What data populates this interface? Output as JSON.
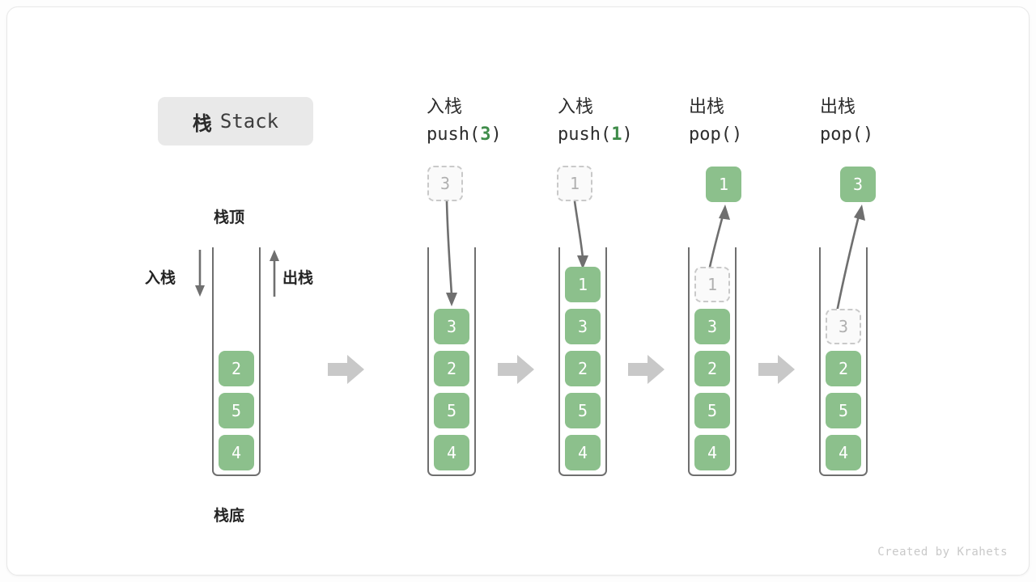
{
  "title": {
    "cn": "栈",
    "en": "Stack"
  },
  "colors": {
    "box_fill": "#8cc08c",
    "box_text": "#ffffff",
    "ghost_border": "#c9c9c9",
    "ghost_text": "#b0b0b0",
    "accent_green": "#3f8c4a",
    "tube_stroke": "#6f6f6f",
    "step_arrow": "#c8c8c8",
    "flow_arrow": "#6f6f6f",
    "badge_bg": "#e9e9e9",
    "card_bg": "#ffffff"
  },
  "legend": {
    "top_label": "栈顶",
    "bottom_label": "栈底",
    "push_label": "入栈",
    "pop_label": "出栈"
  },
  "steps": [
    {
      "id": "initial",
      "title_cn": "",
      "title_code": "",
      "stack": [
        "2",
        "5",
        "4"
      ],
      "ghost_in_stack": null,
      "floating_box": null,
      "floating_state": null
    },
    {
      "id": "push-3",
      "title_cn": "入栈",
      "title_code": "push(",
      "title_code_num": "3",
      "title_code_tail": ")",
      "stack": [
        "3",
        "2",
        "5",
        "4"
      ],
      "ghost_in_stack": null,
      "floating_box": "3",
      "floating_state": "ghost",
      "arrow_dir": "down"
    },
    {
      "id": "push-1",
      "title_cn": "入栈",
      "title_code": "push(",
      "title_code_num": "1",
      "title_code_tail": ")",
      "stack": [
        "1",
        "3",
        "2",
        "5",
        "4"
      ],
      "ghost_in_stack": null,
      "floating_box": "1",
      "floating_state": "ghost",
      "arrow_dir": "down"
    },
    {
      "id": "pop-1",
      "title_cn": "出栈",
      "title_code": "pop(",
      "title_code_num": "",
      "title_code_tail": ")",
      "stack": [
        "1",
        "3",
        "2",
        "5",
        "4"
      ],
      "ghost_in_stack": "1",
      "floating_box": "1",
      "floating_state": "solid",
      "arrow_dir": "up"
    },
    {
      "id": "pop-3",
      "title_cn": "出栈",
      "title_code": "pop(",
      "title_code_num": "",
      "title_code_tail": ")",
      "stack": [
        "3",
        "2",
        "5",
        "4"
      ],
      "ghost_in_stack": "3",
      "floating_box": "3",
      "floating_state": "solid",
      "arrow_dir": "up"
    }
  ],
  "credit": "Created by Krahets"
}
